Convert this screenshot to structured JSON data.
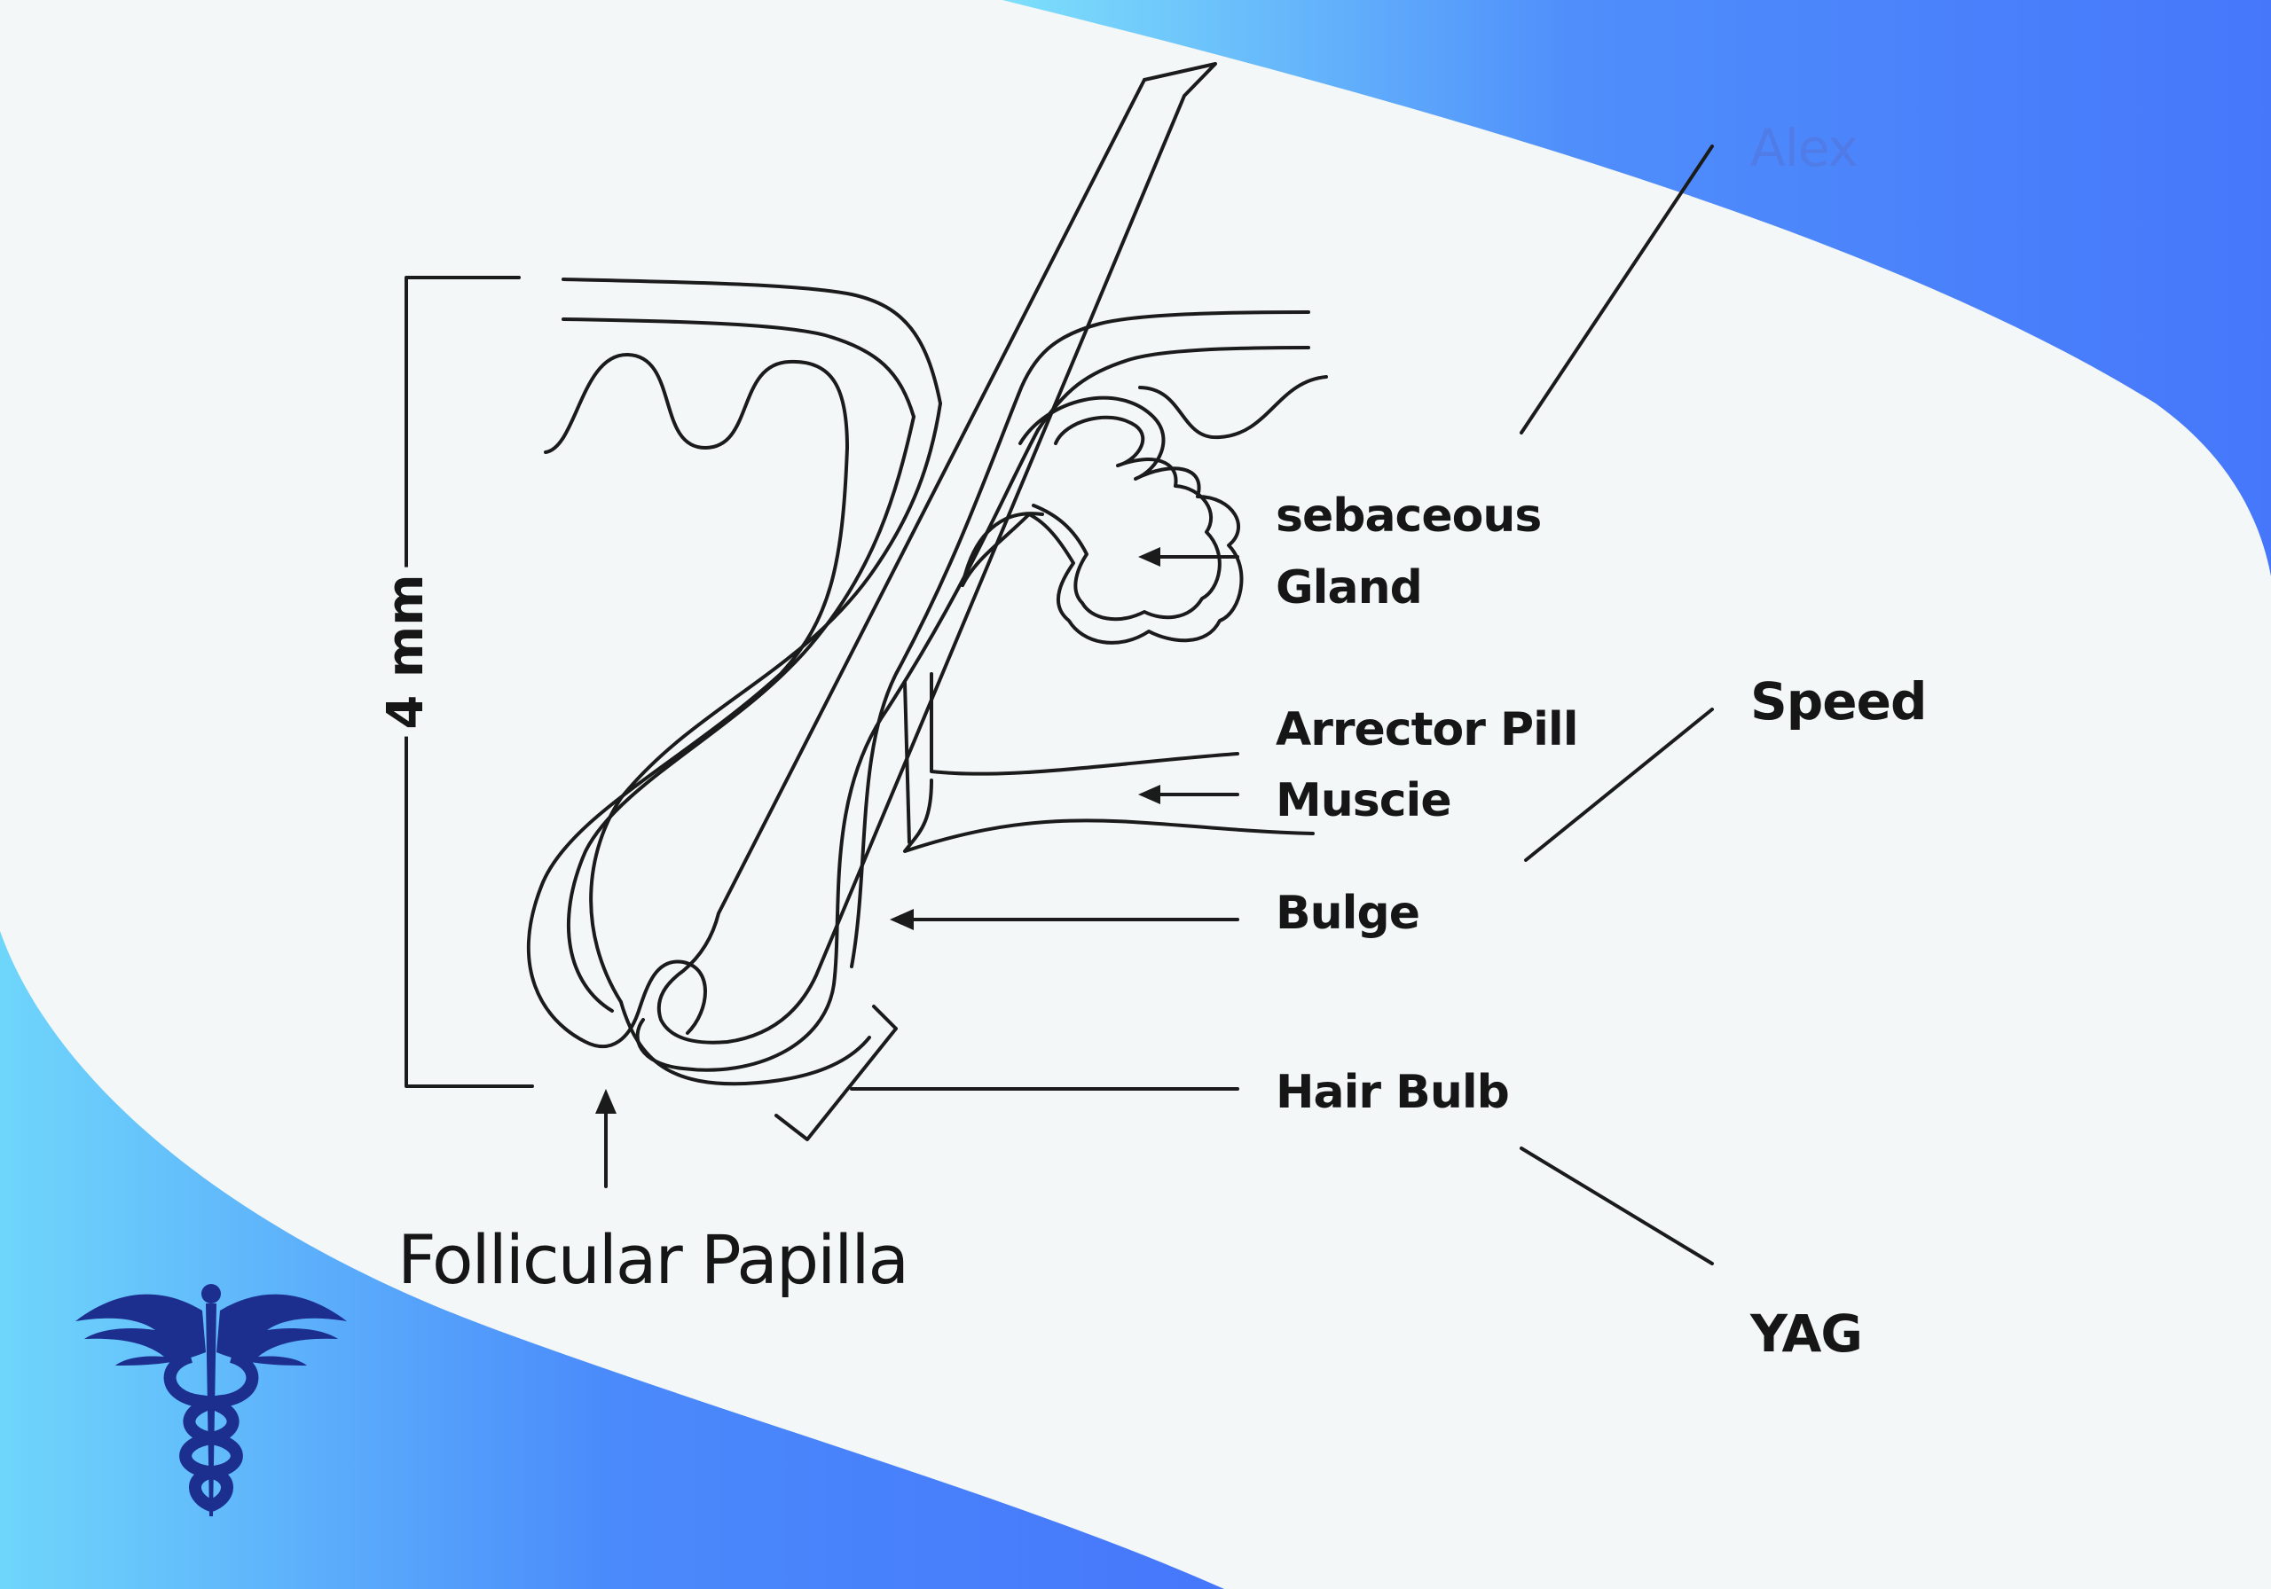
{
  "measurement": "4 mm",
  "labels": {
    "sebaceous_1": "sebaceous",
    "sebaceous_2": "Gland",
    "arrector_1": "Arrector Pill",
    "arrector_2": "Muscie",
    "bulge": "Bulge",
    "hair_bulb": "Hair Bulb",
    "follicular_papilla": "Follicular Papilla"
  },
  "lasers": {
    "alex": "Alex",
    "speed": "Speed",
    "yag": "YAG"
  },
  "logo": {
    "icon": "caduceus-icon"
  },
  "colors": {
    "wave_light": "#6fd6fb",
    "wave_dark": "#4a7cfb",
    "logo": "#1c2f8f",
    "ink": "#1b1b1b"
  }
}
